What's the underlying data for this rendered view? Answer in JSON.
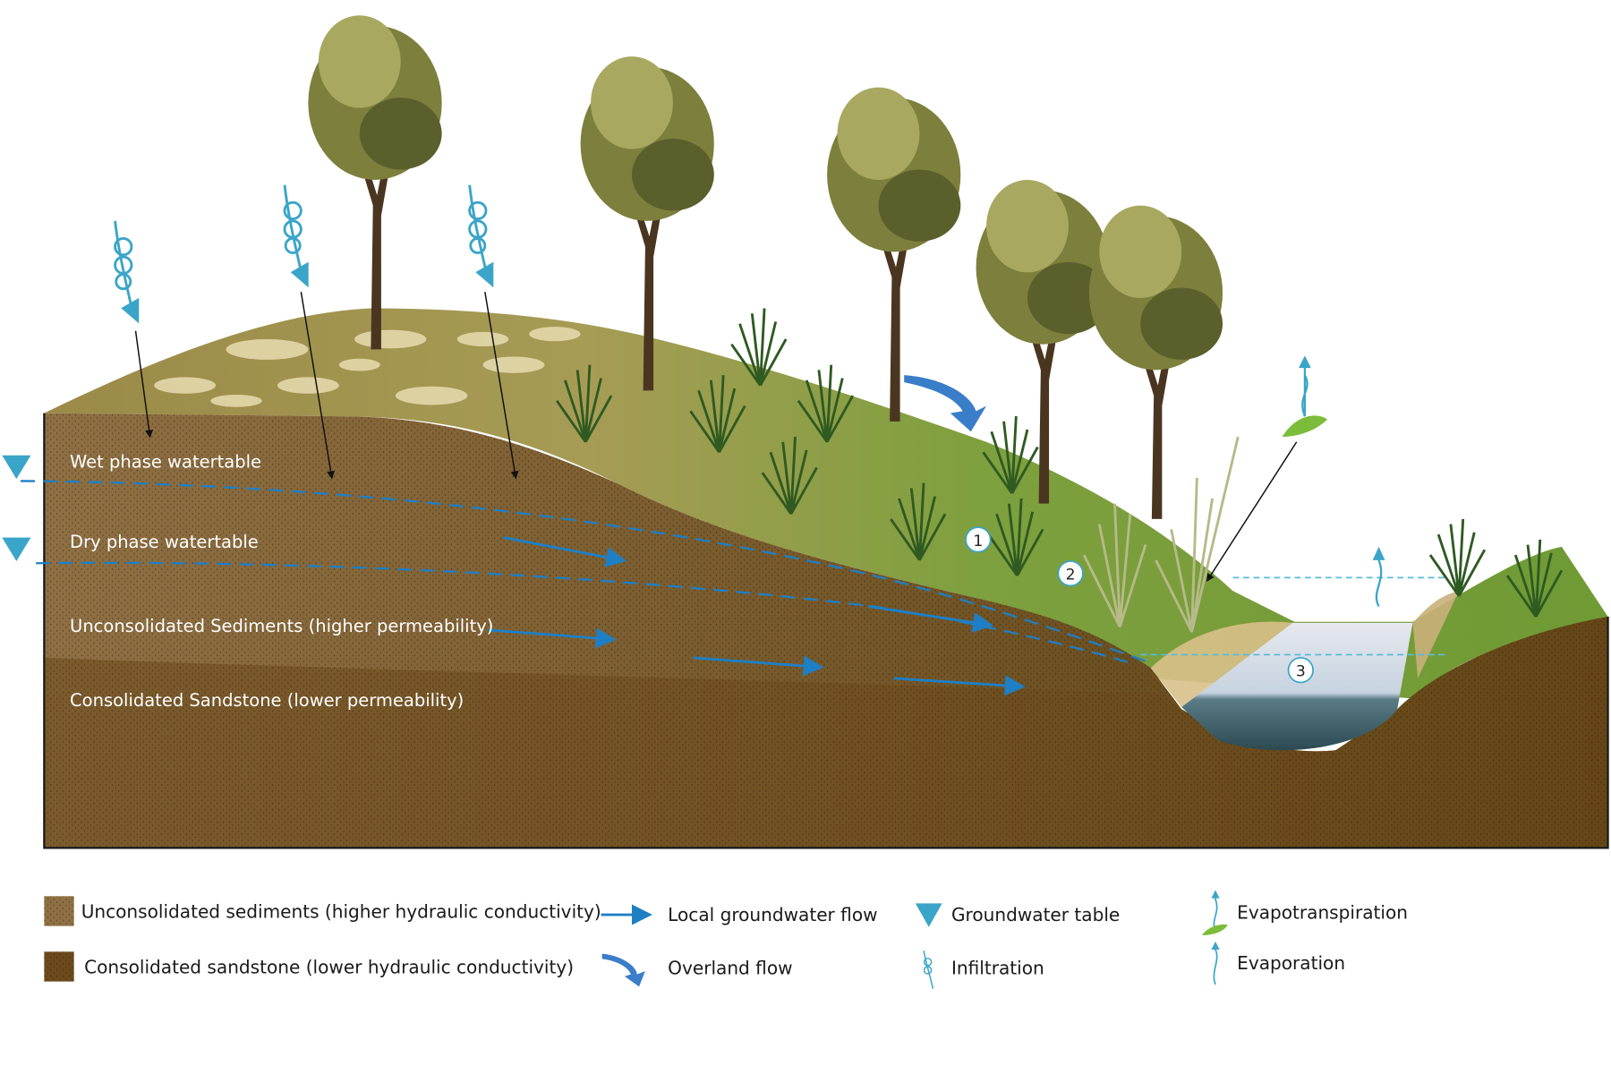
{
  "diagram": {
    "layer_labels": {
      "wet": "Wet phase watertable",
      "dry": "Dry phase watertable",
      "unconsolidated": "Unconsolidated Sediments (higher permeability)",
      "consolidated": "Consolidated Sandstone (lower permeability)"
    },
    "markers": [
      "1",
      "2",
      "3"
    ]
  },
  "legend": {
    "unconsolidated": "Unconsolidated sediments (higher hydraulic conductivity)",
    "consolidated": "Consolidated sandstone (lower hydraulic conductivity)",
    "groundwater_flow": "Local groundwater flow",
    "overland_flow": "Overland flow",
    "groundwater_table": "Groundwater table",
    "infiltration": "Infiltration",
    "evapotranspiration": "Evapotranspiration",
    "evaporation": "Evaporation"
  },
  "colors": {
    "water_blue": "#1f7fc4",
    "table_blue": "#3aa5c8",
    "soil_light": "#8a6a3c",
    "soil_dark": "#6b4a1c",
    "grass": "#7a9a3a"
  }
}
